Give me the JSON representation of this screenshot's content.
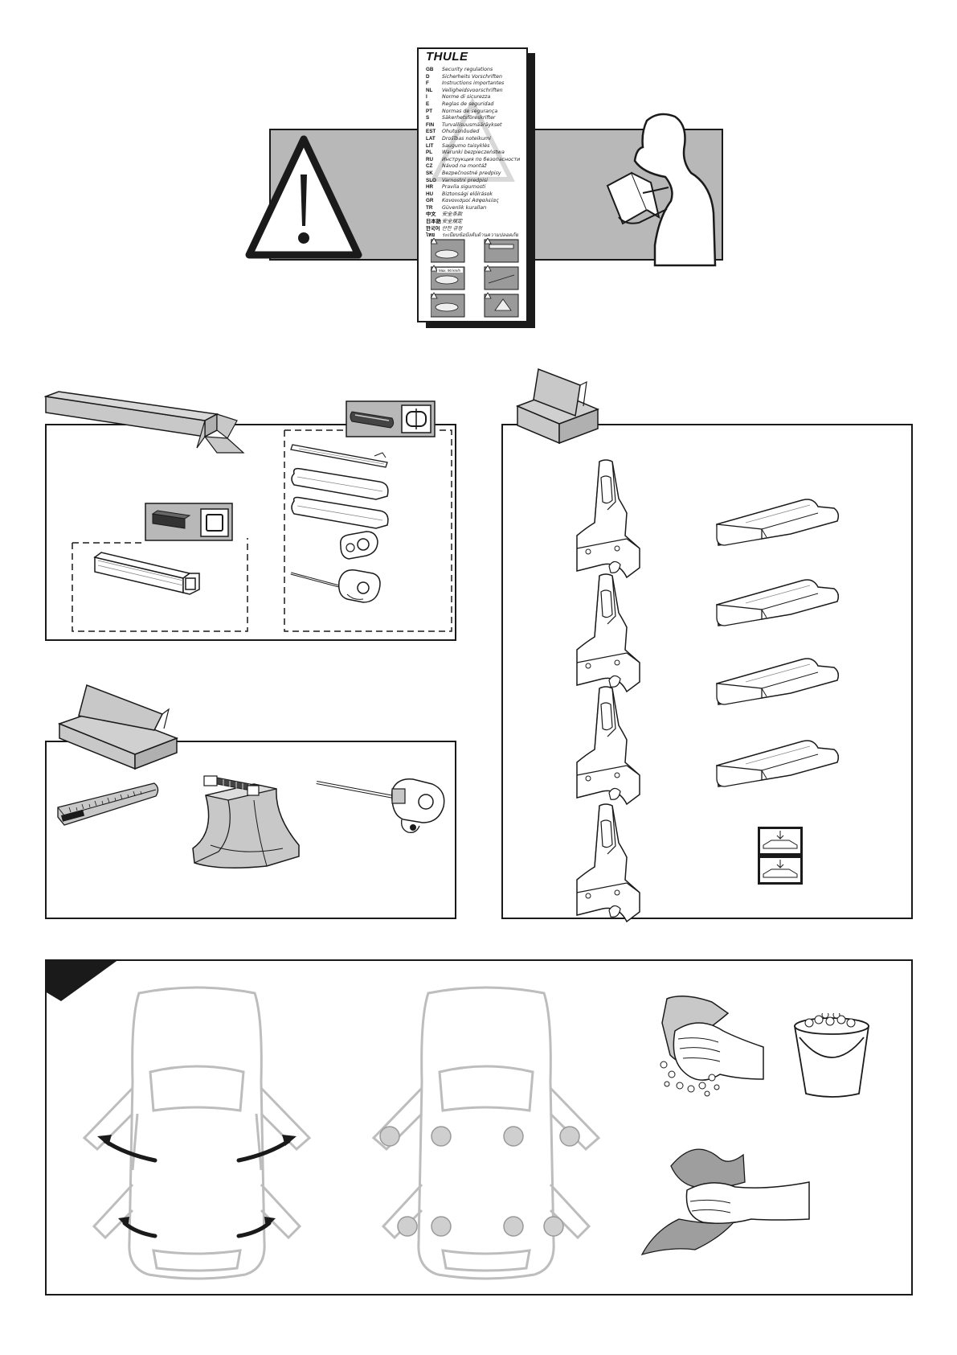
{
  "booklet": {
    "brand": "THULE",
    "regulations": [
      {
        "code": "GB",
        "text": "Security regulations"
      },
      {
        "code": "D",
        "text": "Sicherheits Vorschriften"
      },
      {
        "code": "F",
        "text": "Instructions importantes"
      },
      {
        "code": "NL",
        "text": "Veiligheidsvoorschriften"
      },
      {
        "code": "I",
        "text": "Norme di sicurezza"
      },
      {
        "code": "E",
        "text": "Reglas de seguridad"
      },
      {
        "code": "PT",
        "text": "Normas de segurança"
      },
      {
        "code": "S",
        "text": "Säkerhetsföreskrifter"
      },
      {
        "code": "FIN",
        "text": "Turvallisuusmääräykset"
      },
      {
        "code": "EST",
        "text": "Ohutusnõuded"
      },
      {
        "code": "LAT",
        "text": "Drošības noteikumi"
      },
      {
        "code": "LIT",
        "text": "Saugumo taisyklės"
      },
      {
        "code": "PL",
        "text": "Warunki bezpieczeństwa"
      },
      {
        "code": "RU",
        "text": "Инструкция по безопасности"
      },
      {
        "code": "CZ",
        "text": "Návod na montáž"
      },
      {
        "code": "SK",
        "text": "Bezpečnostné predpisy"
      },
      {
        "code": "SLO",
        "text": "Varnostni predpisi"
      },
      {
        "code": "HR",
        "text": "Pravila sigurnosti"
      },
      {
        "code": "HU",
        "text": "Biztonsági előírások"
      },
      {
        "code": "GR",
        "text": "Κανονισμοί Ασφαλείας"
      },
      {
        "code": "TR",
        "text": "Güvenlik kuralları"
      },
      {
        "code": "中文",
        "text": "安全条款"
      },
      {
        "code": "日本語",
        "text": "安全規定"
      },
      {
        "code": "한국어",
        "text": "안전 규정"
      },
      {
        "code": "ไทย",
        "text": "ระเบียบข้อบังคับด้านความปลอดภัย"
      }
    ]
  },
  "stickers": {
    "fit_label": "Max. 90 km/h"
  },
  "colors": {
    "banner_gray": "#b8b8b8",
    "part_gray": "#c8c8c8",
    "line": "#1a1a1a",
    "car_outline": "#bdbdbd",
    "clean_spot": "#cfcfcf"
  }
}
